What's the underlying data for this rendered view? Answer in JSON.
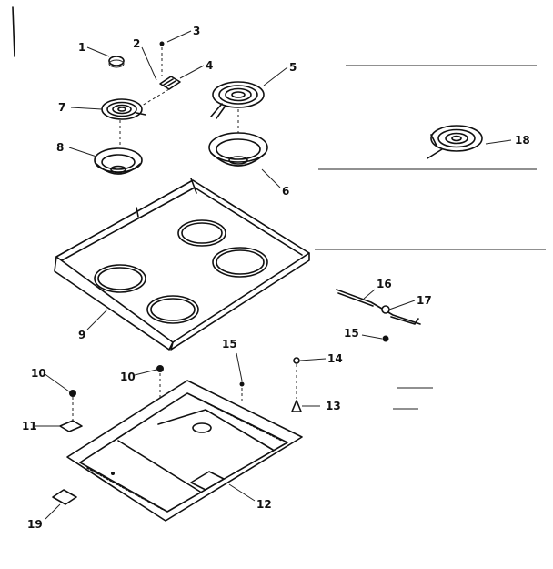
{
  "parts": [
    {
      "id": "p1",
      "label": "1"
    },
    {
      "id": "p2",
      "label": "2"
    },
    {
      "id": "p3",
      "label": "3"
    },
    {
      "id": "p4",
      "label": "4"
    },
    {
      "id": "p5",
      "label": "5"
    },
    {
      "id": "p6",
      "label": "6"
    },
    {
      "id": "p7",
      "label": "7"
    },
    {
      "id": "p8",
      "label": "8"
    },
    {
      "id": "p9",
      "label": "9"
    },
    {
      "id": "p10a",
      "label": "10"
    },
    {
      "id": "p10b",
      "label": "10"
    },
    {
      "id": "p11",
      "label": "11"
    },
    {
      "id": "p12",
      "label": "12"
    },
    {
      "id": "p13",
      "label": "13"
    },
    {
      "id": "p14",
      "label": "14"
    },
    {
      "id": "p15a",
      "label": "15"
    },
    {
      "id": "p15b",
      "label": "15"
    },
    {
      "id": "p16",
      "label": "16"
    },
    {
      "id": "p17",
      "label": "17"
    },
    {
      "id": "p18",
      "label": "18"
    },
    {
      "id": "p19",
      "label": "19"
    }
  ]
}
